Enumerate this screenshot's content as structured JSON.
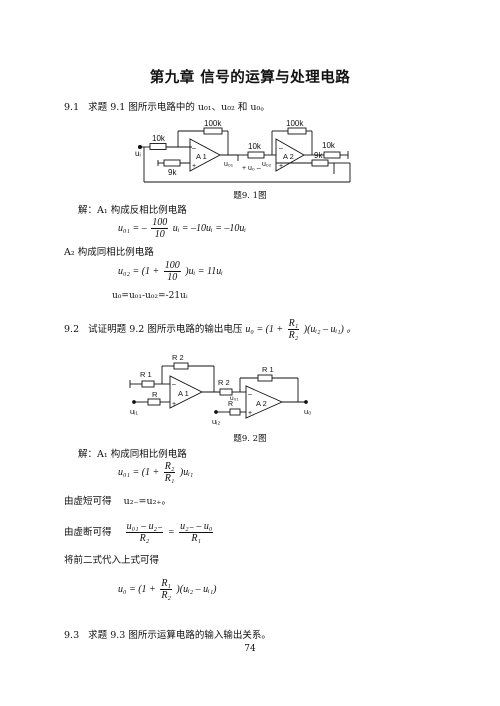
{
  "chapter_title": "第九章   信号的运算与处理电路",
  "problem_1": {
    "number": "9.1",
    "text": "求题 9.1 图所示电路中的 u₀₁、u₀₂ 和 u₀。",
    "figure": {
      "caption": "题9. 1图",
      "labels": {
        "r_in": "10k",
        "r_fb1": "100k",
        "r_bal1": "9k",
        "amp1": "A 1",
        "out1": "u₀₁",
        "r_mid": "10k",
        "r_fb2": "100k",
        "r_right": "10k",
        "r_bal2": "9k",
        "amp2": "A 2",
        "out2": "u₀₂",
        "input": "uᵢ",
        "output": "+ u₀ –",
        "minus": "–",
        "plus": "+"
      }
    },
    "solution": {
      "intro": "解：A₁ 构成反相比例电路",
      "eq1_lhs": "u₀₁ = –",
      "eq1_num": "100",
      "eq1_den": "10",
      "eq1_rhs": "uᵢ = –10uᵢ = –10uᵢ",
      "a2_text": "A₂ 构成同相比例电路",
      "eq2_lhs": "u₀₂ = (1 +",
      "eq2_num": "100",
      "eq2_den": "10",
      "eq2_rhs": ")uᵢ = 11uᵢ",
      "eq3": "u₀=u₀₁-u₀₂=-21uᵢ"
    }
  },
  "problem_2": {
    "number": "9.2",
    "text_before": "试证明题 9.2 图所示电路的输出电压",
    "eq_lhs": "u₀ = (1 +",
    "eq_num": "R₁",
    "eq_den": "R₂",
    "eq_rhs": ")(uᵢ₂ – uᵢ₁) 。",
    "figure": {
      "caption": "题9. 2图",
      "labels": {
        "r2_top": "R 2",
        "r1_left": "R 1",
        "r_bal1": "R",
        "amp1": "A 1",
        "in1": "uᵢ₁",
        "r2_mid": "R 2",
        "r1_top": "R 1",
        "r_bal2": "R",
        "amp2": "A 2",
        "in2": "uᵢ₂",
        "out1": "u₀₁",
        "out": "u₀",
        "minus": "–",
        "plus": "+"
      }
    },
    "solution": {
      "intro": "解：A₁ 构成同相比例电路",
      "eq1_lhs": "u₀₁ = (1 +",
      "eq1_num": "R₂",
      "eq1_den": "R₁",
      "eq1_rhs": ")uᵢ₁",
      "short_label": "由虚短可得",
      "short_eq": "u₂₋=u₂₊。",
      "break_label": "由虚断可得",
      "break_num1": "u₀₁ – u₂₋",
      "break_den1": "R₂",
      "break_eq": "=",
      "break_num2": "u₂₋ – u₀",
      "break_den2": "R₁",
      "sub_text": "将前二式代入上式可得",
      "final_lhs": "u₀ = (1 +",
      "final_num": "R₁",
      "final_den": "R₂",
      "final_rhs": ")(uᵢ₂ – uᵢ₁)"
    }
  },
  "problem_3": {
    "number": "9.3",
    "text": "求题 9.3 图所示运算电路的输入输出关系。"
  },
  "page_number": "74"
}
